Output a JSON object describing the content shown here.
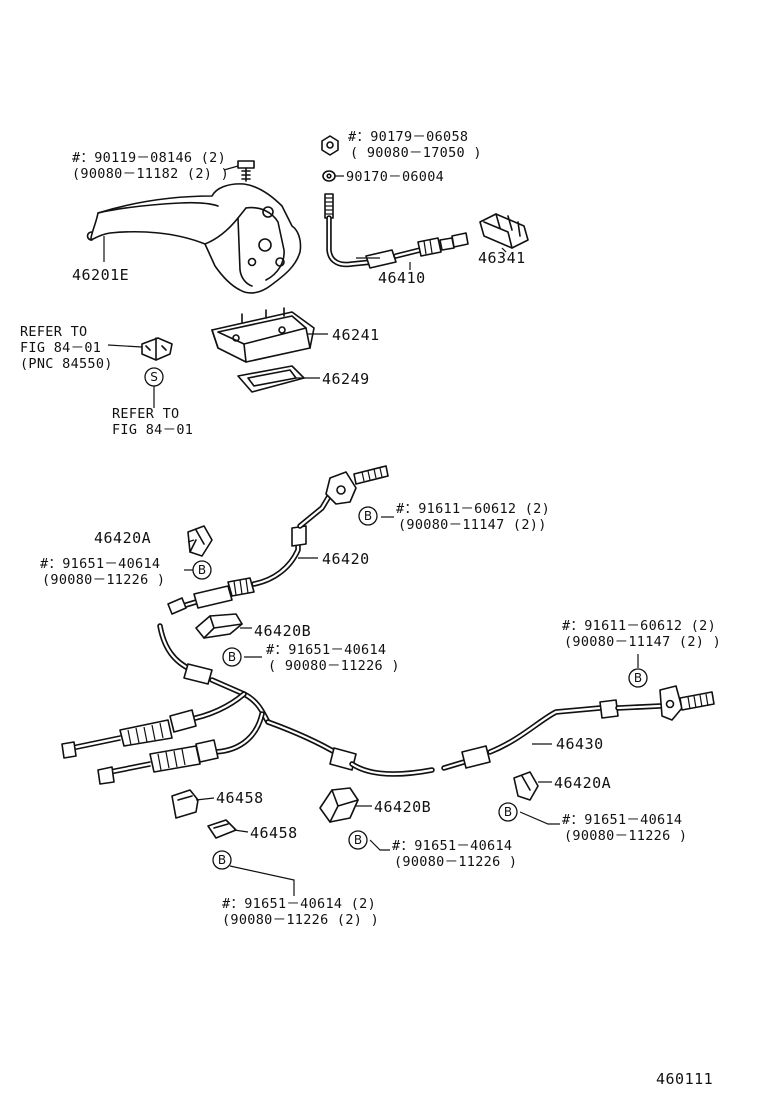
{
  "labels": {
    "p46201E": "46201E",
    "p46410": "46410",
    "p46341": "46341",
    "p46241": "46241",
    "p46249": "46249",
    "p46420A_top": "46420A",
    "p46420": "46420",
    "p46420B_top": "46420B",
    "p46430": "46430",
    "p46420A_right": "46420A",
    "p46458_a": "46458",
    "p46458_b": "46458",
    "p46420B_bottom": "46420B",
    "figure_number": "460111"
  },
  "callouts": {
    "c1_line1": "#：90119－08146 (2)",
    "c1_line2": "(90080－11182 (2) )",
    "c2_line1": "#：90179－06058",
    "c2_line2": "( 90080－17050 )",
    "c3": "90170－06004",
    "c4_line1": "REFER TO",
    "c4_line2": "FIG 84－01",
    "c4_line3": "(PNC 84550)",
    "c5_line1": "REFER TO",
    "c5_line2": "FIG 84－01",
    "c6_line1": "#：91611－60612 (2)",
    "c6_line2": "(90080－11147 (2))",
    "c7_line1": "#：91651－40614",
    "c7_line2": "(90080－11226 )",
    "c8_line1": "#：91651－40614",
    "c8_line2": "( 90080－11226 )",
    "c9_line1": "#：91611－60612 (2)",
    "c9_line2": "(90080－11147 (2) )",
    "c10_line1": "#：91651－40614",
    "c10_line2": "(90080－11226 )",
    "c11_line1": "#：91651－40614",
    "c11_line2": "(90080－11226 )",
    "c12_line1": "#：91651－40614 (2)",
    "c12_line2": "(90080－11226 (2) )"
  },
  "badges": {
    "b": "B",
    "s": "S"
  }
}
